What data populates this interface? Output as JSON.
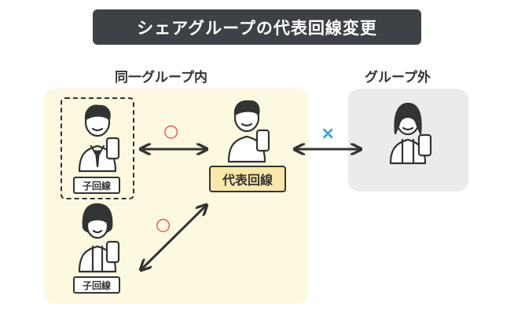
{
  "title": "シェアグループの代表回線変更",
  "groups": {
    "same_label": "同一グループ内",
    "outside_label": "グループ外"
  },
  "labels": {
    "child_line": "子回線",
    "representative_line": "代表回線"
  },
  "marks": {
    "allowed": "○",
    "not_allowed": "×"
  },
  "colors": {
    "title_bg": "#3e4246",
    "same_group_bg": "#fdf9e0",
    "outside_group_bg": "#ebebed",
    "representative_tag_bg": "#fae8a9",
    "allowed_mark": "#e8444c",
    "not_allowed_mark": "#2aa4dc"
  },
  "icons": [
    "businessman-with-phone-icon",
    "woman-with-phone-icon",
    "man-with-phone-icon",
    "person-with-phone-icon"
  ]
}
